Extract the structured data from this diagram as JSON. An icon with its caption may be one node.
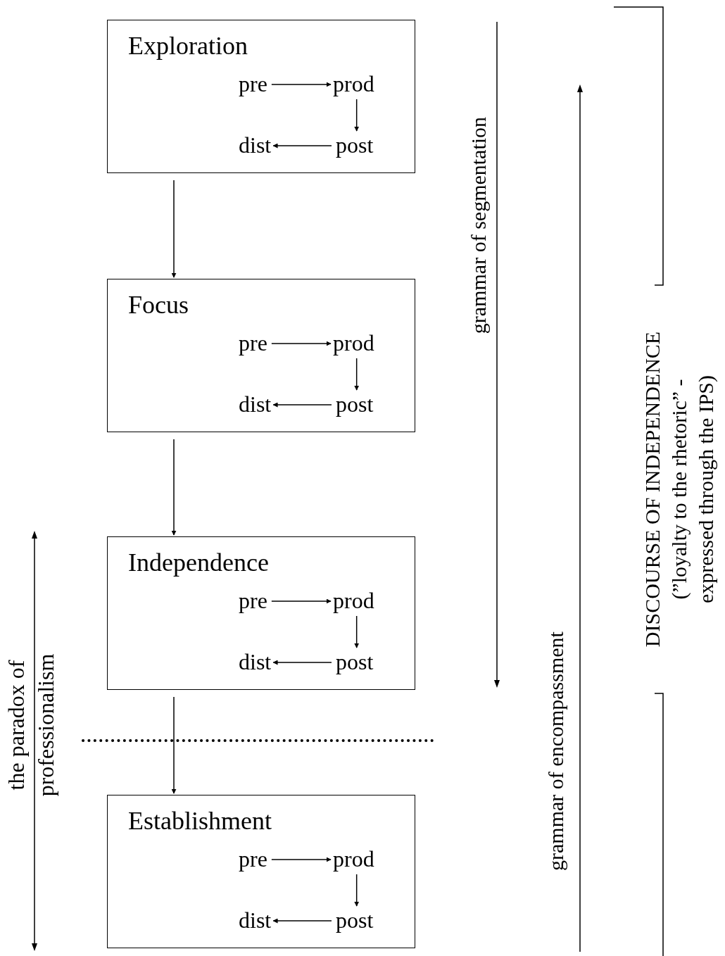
{
  "diagram": {
    "nodes": [
      {
        "text": [
          "Exploration"
        ]
      },
      {
        "text": [
          "pre"
        ],
        "in": 0
      },
      {
        "text": [
          "prod"
        ],
        "in": 0
      },
      {
        "text": [
          "dist"
        ],
        "in": 0
      },
      {
        "text": [
          "post"
        ],
        "in": 0
      },
      {
        "text": [
          "Focus"
        ]
      },
      {
        "text": [
          "pre"
        ],
        "in": 5
      },
      {
        "text": [
          "prod"
        ],
        "in": 5
      },
      {
        "text": [
          "dist"
        ],
        "in": 5
      },
      {
        "text": [
          "post"
        ],
        "in": 5
      },
      {
        "text": [
          "Independence"
        ]
      },
      {
        "text": [
          "pre"
        ],
        "in": 10
      },
      {
        "text": [
          "prod"
        ],
        "in": 10
      },
      {
        "text": [
          "dist"
        ],
        "in": 10
      },
      {
        "text": [
          "post"
        ],
        "in": 10
      },
      {
        "text": [
          "Establishment"
        ]
      },
      {
        "text": [
          "pre"
        ],
        "in": 15
      },
      {
        "text": [
          "prod"
        ],
        "in": 15
      },
      {
        "text": [
          "dist"
        ],
        "in": 15
      },
      {
        "text": [
          "post"
        ],
        "in": 15
      }
    ],
    "edges": [
      {
        "from": 1,
        "to": 2,
        "arrow": "to"
      },
      {
        "from": 2,
        "to": 4,
        "arrow": "to"
      },
      {
        "from": 4,
        "to": 3,
        "arrow": "to"
      },
      {
        "from": 0,
        "to": 5,
        "arrow": "to"
      },
      {
        "from": 6,
        "to": 7,
        "arrow": "to"
      },
      {
        "from": 7,
        "to": 9,
        "arrow": "to"
      },
      {
        "from": 9,
        "to": 8,
        "arrow": "to"
      },
      {
        "from": 5,
        "to": 10,
        "arrow": "to"
      },
      {
        "from": 11,
        "to": 12,
        "arrow": "to"
      },
      {
        "from": 12,
        "to": 14,
        "arrow": "to"
      },
      {
        "from": 14,
        "to": 13,
        "arrow": "to"
      },
      {
        "from": 10,
        "to": 15,
        "arrow": "to"
      },
      {
        "from": 16,
        "to": 17,
        "arrow": "to"
      },
      {
        "from": 17,
        "to": 19,
        "arrow": "to"
      },
      {
        "from": 19,
        "to": 18,
        "arrow": "to"
      }
    ],
    "labels": [
      "grammar of segmentation",
      "grammar of encompassment",
      "the paradox of professionalism",
      "DISCOURSE OF INDEPENDENCE",
      "(”loyalty to the rhetoric” -expressed through the IPS)"
    ]
  }
}
